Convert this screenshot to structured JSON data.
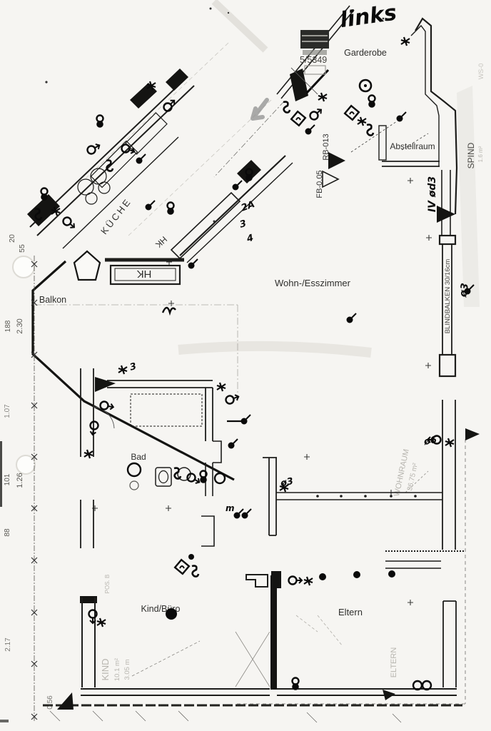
{
  "document": {
    "kind": "scanned architectural floor plan",
    "colors": {
      "paper": "#f6f5f2",
      "ink": "#1d1d1b",
      "faint_print": "#b7b5af",
      "dimension_text": "#5a5954",
      "marker": "#0a0a0a",
      "highlight_arrow": "#8f8f8f"
    }
  },
  "handwriting": {
    "links": "links",
    "iv_od3": "IV ød3",
    "o3_beam": "ø3",
    "o3_wall": "ø3",
    "o6": "ø6",
    "n2a": "2A",
    "n3": "3",
    "n4": "4",
    "n3b": "3",
    "m": "m"
  },
  "stamp": {
    "number": "5/5349"
  },
  "level_marks": {
    "fb": "FB-0.05",
    "rb": "RB-013"
  },
  "rooms": {
    "garderobe": "Garderobe",
    "abstellraum": "Abstellraum",
    "wohn_esszimmer": "Wohn-/Esszimmer",
    "balkon": "Balkon",
    "bad": "Bad",
    "kind_buero": "Kind/Büro",
    "eltern": "Eltern"
  },
  "labels": {
    "kueche": "KÜCHE",
    "spind": "SPIND",
    "spind_area": "1.6 m²",
    "wohnraum": "WOHNRAUM",
    "wohnraum_area": "36.75 m²",
    "kind": "KIND",
    "kind_area": "10.1 m²",
    "kind_dim": "3.05 m",
    "eltern_vertical": "ELTERN",
    "blindbalken": "BLINDBALKEN 30/16cm",
    "hk": "HK",
    "pos_b": "POS. B",
    "ws_edge": "WS-0"
  },
  "dimensions": {
    "d20": "20",
    "d55": "55",
    "d188": "188",
    "d230": "2.30",
    "d107": "1.07",
    "d101": "101",
    "d126": "1.26",
    "d88": "88",
    "d217": "2.17",
    "d056": "0.56"
  }
}
